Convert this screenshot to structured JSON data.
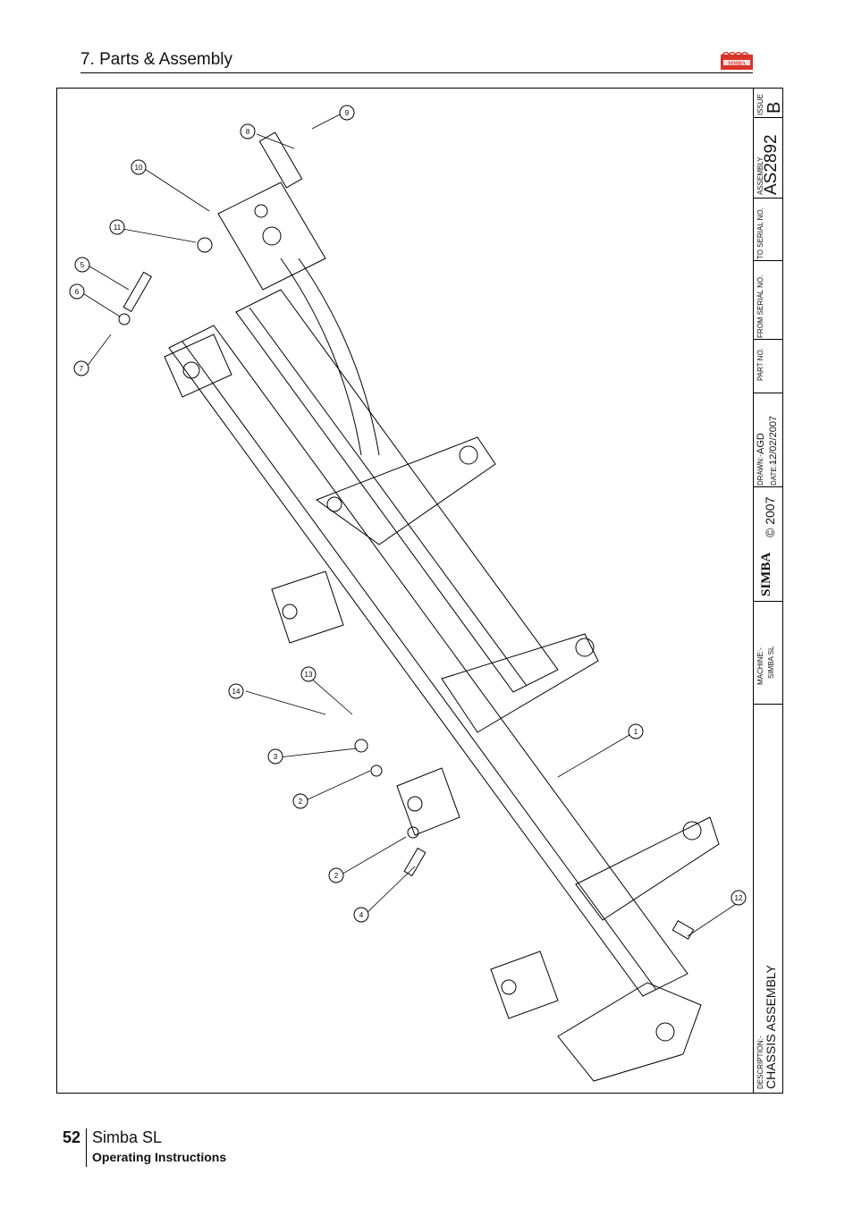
{
  "header": {
    "section_title": "7. Parts & Assembly"
  },
  "title_block": {
    "issue_label": "ISSUE",
    "issue_value": "B",
    "assembly_label": "ASSEMBLY",
    "assembly_value": "AS2892",
    "to_serial_label": "TO SERIAL NO.",
    "from_serial_label": "FROM SERIAL NO.",
    "part_no_label": "PART NO.",
    "drawn_label": "DRAWN:-",
    "drawn_value": "AGD",
    "date_label": "DATE:-",
    "date_value": "12/02/2007",
    "copyright": "© 2007",
    "logo_text": "SIMBA",
    "machine_label": "MACHINE:-",
    "machine_value": "SIMBA SL",
    "description_label": "DESCRIPTION:-",
    "description_value": "CHASSIS ASSEMBLY"
  },
  "callouts": [
    "1",
    "2",
    "2",
    "3",
    "4",
    "5",
    "6",
    "7",
    "8",
    "9",
    "10",
    "11",
    "12",
    "13",
    "14"
  ],
  "footer": {
    "page_number": "52",
    "model": "Simba SL",
    "subtitle": "Operating Instructions"
  }
}
